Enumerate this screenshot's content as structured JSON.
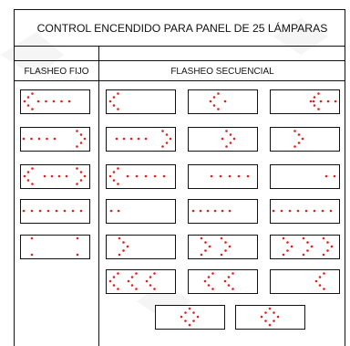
{
  "title": "CONTROL ENCENDIDO PARA PANEL DE 25 LÁMPARAS",
  "columns": {
    "fixed": "FLASHEO FIJO",
    "sequential": "FLASHEO SECUENCIAL"
  },
  "colors": {
    "lamp": "#e0201e",
    "line": "#111111",
    "watermark": "#eeeeee"
  },
  "fixed_patterns": [
    "arrow-left",
    "arrow-right",
    "double-arrow",
    "bar",
    "caution-corners"
  ],
  "sequential_rows": [
    [
      "arrow-left-step-1",
      "arrow-left-step-2",
      "arrow-left-step-3"
    ],
    [
      "arrow-right-step-1",
      "arrow-right-step-2",
      "arrow-right-step-3"
    ],
    [
      "double-arrow-step-1",
      "double-arrow-step-2",
      "double-arrow-step-3"
    ],
    [
      "bar-step-1",
      "bar-step-2",
      "bar-step-3"
    ],
    [
      "chevron-step-1",
      "chevron-step-2",
      "chevron-step-3"
    ],
    [
      "chevron-full-1",
      "chevron-full-2",
      "chevron-full-3"
    ],
    [
      "diamond-1",
      "diamond-2"
    ]
  ]
}
